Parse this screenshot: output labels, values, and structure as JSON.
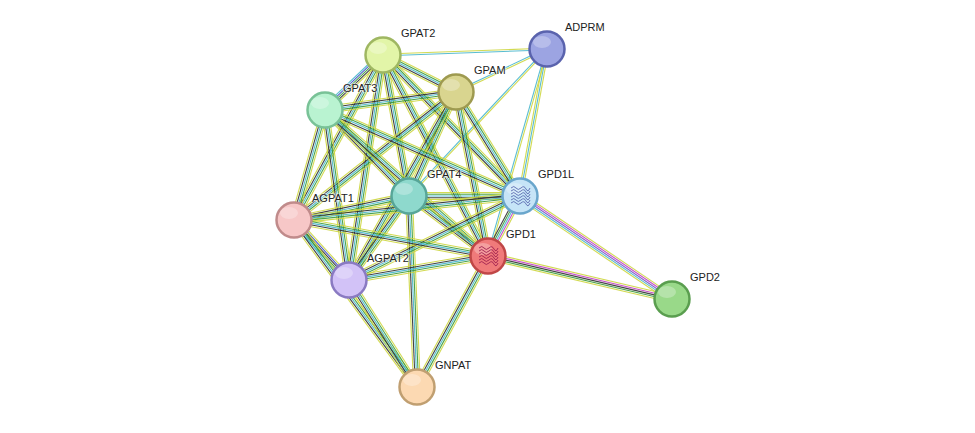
{
  "diagram": {
    "nodes": [
      {
        "text": [
          "GPAT2"
        ]
      },
      {
        "text": [
          "ADPRM"
        ]
      },
      {
        "text": [
          "GPAM"
        ]
      },
      {
        "text": [
          "GPAT3"
        ]
      },
      {
        "text": [
          "GPAT4"
        ]
      },
      {
        "text": [
          "GPD1L"
        ]
      },
      {
        "text": [
          "AGPAT1"
        ]
      },
      {
        "text": [
          "GPD1"
        ]
      },
      {
        "text": [
          "AGPAT2"
        ]
      },
      {
        "text": [
          "GPD2"
        ]
      },
      {
        "text": [
          "GNPAT"
        ]
      }
    ],
    "edges": [
      {
        "from": 0,
        "to": 2,
        "arrow": "none"
      },
      {
        "from": 0,
        "to": 3,
        "arrow": "none"
      },
      {
        "from": 0,
        "to": 1,
        "arrow": "none"
      },
      {
        "from": 0,
        "to": 4,
        "arrow": "none"
      },
      {
        "from": 0,
        "to": 5,
        "arrow": "none"
      },
      {
        "from": 0,
        "to": 7,
        "arrow": "none"
      },
      {
        "from": 0,
        "to": 6,
        "arrow": "none"
      },
      {
        "from": 0,
        "to": 8,
        "arrow": "none"
      },
      {
        "from": 1,
        "to": 2,
        "arrow": "none"
      },
      {
        "from": 1,
        "to": 5,
        "arrow": "none"
      },
      {
        "from": 1,
        "to": 7,
        "arrow": "none"
      },
      {
        "from": 1,
        "to": 4,
        "arrow": "none"
      },
      {
        "from": 2,
        "to": 3,
        "arrow": "none"
      },
      {
        "from": 2,
        "to": 4,
        "arrow": "none"
      },
      {
        "from": 2,
        "to": 5,
        "arrow": "none"
      },
      {
        "from": 2,
        "to": 7,
        "arrow": "none"
      },
      {
        "from": 2,
        "to": 6,
        "arrow": "none"
      },
      {
        "from": 2,
        "to": 8,
        "arrow": "none"
      },
      {
        "from": 3,
        "to": 4,
        "arrow": "none"
      },
      {
        "from": 3,
        "to": 5,
        "arrow": "none"
      },
      {
        "from": 3,
        "to": 7,
        "arrow": "none"
      },
      {
        "from": 3,
        "to": 6,
        "arrow": "none"
      },
      {
        "from": 3,
        "to": 8,
        "arrow": "none"
      },
      {
        "from": 4,
        "to": 5,
        "arrow": "none"
      },
      {
        "from": 4,
        "to": 7,
        "arrow": "none"
      },
      {
        "from": 4,
        "to": 6,
        "arrow": "none"
      },
      {
        "from": 4,
        "to": 8,
        "arrow": "none"
      },
      {
        "from": 4,
        "to": 10,
        "arrow": "none"
      },
      {
        "from": 5,
        "to": 7,
        "arrow": "none"
      },
      {
        "from": 5,
        "to": 9,
        "arrow": "none"
      },
      {
        "from": 5,
        "to": 6,
        "arrow": "none"
      },
      {
        "from": 5,
        "to": 8,
        "arrow": "none"
      },
      {
        "from": 6,
        "to": 7,
        "arrow": "none"
      },
      {
        "from": 6,
        "to": 8,
        "arrow": "none"
      },
      {
        "from": 6,
        "to": 10,
        "arrow": "none"
      },
      {
        "from": 7,
        "to": 8,
        "arrow": "none"
      },
      {
        "from": 7,
        "to": 9,
        "arrow": "none"
      },
      {
        "from": 7,
        "to": 10,
        "arrow": "none"
      },
      {
        "from": 8,
        "to": 10,
        "arrow": "none"
      }
    ]
  }
}
